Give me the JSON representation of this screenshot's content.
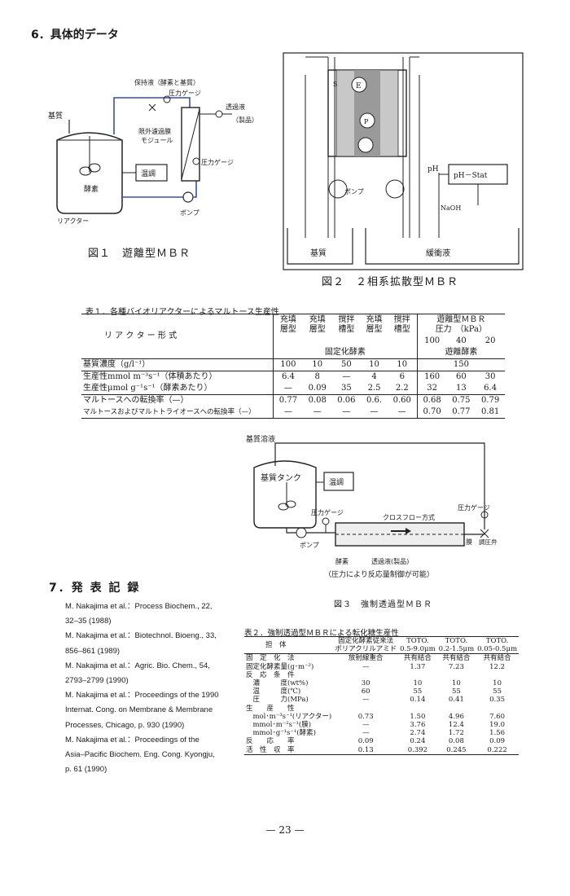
{
  "section6_title": "6．具体的データ",
  "section7_title": "7．発 表 記 録",
  "fig1": {
    "caption": "図１　遊離型ＭＢＲ",
    "labels": {
      "substrate": "基質",
      "retentate": "保持液（酵素と基質）",
      "pressure_gauge_top": "圧力ゲージ",
      "permeate": "透過液",
      "product": "（製品）",
      "uf_module": "限外濾過膜",
      "uf_module2": "モジュール",
      "thermostat": "温調",
      "enzyme": "酵素",
      "pressure_gauge_bottom": "圧力ゲージ",
      "reactor": "リアクター",
      "pump": "ポンプ"
    }
  },
  "fig2": {
    "caption": "図２　２相系拡散型ＭＢＲ",
    "labels": {
      "s": "S",
      "e": "E",
      "p": "P",
      "pump": "ポンプ",
      "ph": "pH",
      "stat": "pH－Stat",
      "naoh": "NaOH",
      "substrate": "基質",
      "buffer": "緩衝液"
    }
  },
  "table1": {
    "caption": "表１．各種バイオリアクターによるマルトース生産性",
    "header_label": "リ ア ク タ ー 形 式",
    "types": [
      [
        "充填",
        "層型"
      ],
      [
        "充填",
        "層型"
      ],
      [
        "撹拌",
        "槽型"
      ],
      [
        "充填",
        "層型"
      ],
      [
        "撹拌",
        "槽型"
      ]
    ],
    "mbr_header": "遊離型ＭＢＲ",
    "pressure_label": "圧力　（kPa）",
    "pressures": [
      "100",
      "40",
      "20"
    ],
    "immobilized": "固定化酵素",
    "free_enzyme": "遊離酵素",
    "rows": [
      {
        "label": "基質濃度（g/l⁻¹）",
        "v": [
          "100",
          "10",
          "50",
          "10",
          "10"
        ],
        "m": [
          "",
          "150",
          ""
        ]
      },
      {
        "label": "生産性mmol m⁻³s⁻¹（体積あたり）",
        "v": [
          "6.4",
          "8",
          "—",
          "4",
          "6"
        ],
        "m": [
          "160",
          "60",
          "30"
        ]
      },
      {
        "label": "生産性μmol g⁻¹s⁻¹（酵素あたり）",
        "v": [
          "—",
          "0.09",
          "35",
          "2.5",
          "2.2"
        ],
        "m": [
          "32",
          "13",
          "6.4"
        ]
      },
      {
        "label": "マルトースへの転換率（—）",
        "v": [
          "0.77",
          "0.08",
          "0.06",
          "0.6.",
          "0.60"
        ],
        "m": [
          "0.68",
          "0.75",
          "0.79"
        ]
      },
      {
        "label": "マルトースおよびマルトトライオースへの転換率（—）",
        "v": [
          "—",
          "—",
          "—",
          "—",
          "—"
        ],
        "m": [
          "0.70",
          "0.77",
          "0.81"
        ]
      }
    ]
  },
  "fig3": {
    "caption": "図３　強制透過型ＭＢＲ",
    "note": "（圧力により反応量制御が可能）",
    "labels": {
      "substrate_solution": "基質溶液",
      "tank": "基質タンク",
      "thermostat": "温調",
      "pressure_gauge_left": "圧力ゲージ",
      "crossflow": "クロスフロー方式",
      "pressure_gauge_right": "圧力ゲージ",
      "pump": "ポンプ",
      "membrane": "膜",
      "valve": "調圧弁",
      "enzyme": "酵素",
      "permeate": "透過液(製品)"
    }
  },
  "table2": {
    "caption": "表２．強制透過型ＭＢＲによる転化糖生産性",
    "carrier": "担　体",
    "col_heads": [
      [
        "固定化酵素従来法",
        "ポリアクリルアミド"
      ],
      [
        "TOTO.",
        "0.5-9.0μm"
      ],
      [
        "TOTO.",
        "0.2-1.5μm"
      ],
      [
        "TOTO.",
        "0.05-0.5μm"
      ]
    ],
    "rows": [
      {
        "label": "固　定　化　法",
        "v": [
          "放射線重合",
          "共有結合",
          "共有結合",
          "共有結合"
        ]
      },
      {
        "label": "固定化酵素量(g･m⁻²)",
        "v": [
          "—",
          "1.37",
          "7.23",
          "12.2"
        ]
      },
      {
        "label": "反　応　条　件",
        "v": [
          "",
          "",
          "",
          ""
        ]
      },
      {
        "label": "　濃　　　度(wt%)",
        "v": [
          "30",
          "10",
          "10",
          "10"
        ]
      },
      {
        "label": "　温　　　度(℃)",
        "v": [
          "60",
          "55",
          "55",
          "55"
        ]
      },
      {
        "label": "　圧　　　力(MPa)",
        "v": [
          "—",
          "0.14",
          "0.41",
          "0.35"
        ]
      },
      {
        "label": "生　　産　　性",
        "v": [
          "",
          "",
          "",
          ""
        ]
      },
      {
        "label": "　mol･m⁻³s⁻¹(リアクター)",
        "v": [
          "0.73",
          "1.50",
          "4.96",
          "7.60"
        ]
      },
      {
        "label": "　mmol･m⁻²s⁻¹(膜)",
        "v": [
          "—",
          "3.76",
          "12.4",
          "19.0"
        ]
      },
      {
        "label": "　mmol･g⁻¹s⁻¹(酵素)",
        "v": [
          "—",
          "2.74",
          "1.72",
          "1.56"
        ]
      },
      {
        "label": "反　　応　　率",
        "v": [
          "0.09",
          "0.24",
          "0.08",
          "0.09"
        ]
      },
      {
        "label": "活　性　収　率",
        "v": [
          "0.13",
          "0.392",
          "0.245",
          "0.222"
        ]
      }
    ]
  },
  "references": [
    [
      "M. Nakajima et al.：Process Biochem., 22,",
      "32–35 (1988)"
    ],
    [
      "M. Nakajima et al.：Biotechnol. Bioeng., 33,",
      "856–861 (1989)"
    ],
    [
      "M. Nakajima et al.：Agric. Bio. Chem., 54,",
      "2793–2799 (1990)"
    ],
    [
      "M. Nakajima et al.：Proceedings of the 1990",
      "Internat. Cong. on Membrane & Membrane",
      "Processes, Chicago, p. 930 (1990)"
    ],
    [
      "M. Nakajima et al.：Proceedings of the",
      "Asia–Pacific Biochem. Eng. Cong. Kyongju,",
      "p. 61 (1990)"
    ]
  ],
  "page_number": "— 23 —"
}
